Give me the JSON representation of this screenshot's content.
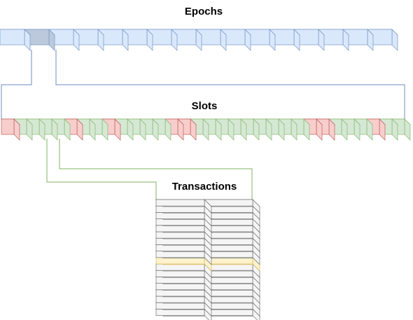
{
  "labels": {
    "epochs": "Epochs",
    "slots": "Slots",
    "transactions": "Transactions"
  },
  "epochs": {
    "count": 16,
    "highlighted_index": 1,
    "fill": "#dae8fc",
    "stroke": "#6c8ebf",
    "highlight_fill": "#bcc9dc"
  },
  "slots": {
    "count": 32,
    "states": [
      "r",
      "g",
      "g",
      "g",
      "g",
      "r",
      "g",
      "g",
      "r",
      "g",
      "g",
      "g",
      "g",
      "r",
      "r",
      "g",
      "g",
      "g",
      "g",
      "g",
      "g",
      "g",
      "g",
      "g",
      "r",
      "r",
      "g",
      "g",
      "g",
      "r",
      "g",
      "g"
    ],
    "red_fill": "#f8cecc",
    "red_stroke": "#b85450",
    "green_fill": "#d5e8d4",
    "green_stroke": "#82b366"
  },
  "transactions": {
    "columns": 2,
    "rows": 18,
    "highlighted_row": 9,
    "fill": "#f5f5f5",
    "stroke": "#666666",
    "highlight_fill": "#fff2cc",
    "highlight_stroke": "#d6b656"
  },
  "connectors": {
    "epoch_color": "#6c8ebf",
    "slot_color": "#82b366"
  }
}
